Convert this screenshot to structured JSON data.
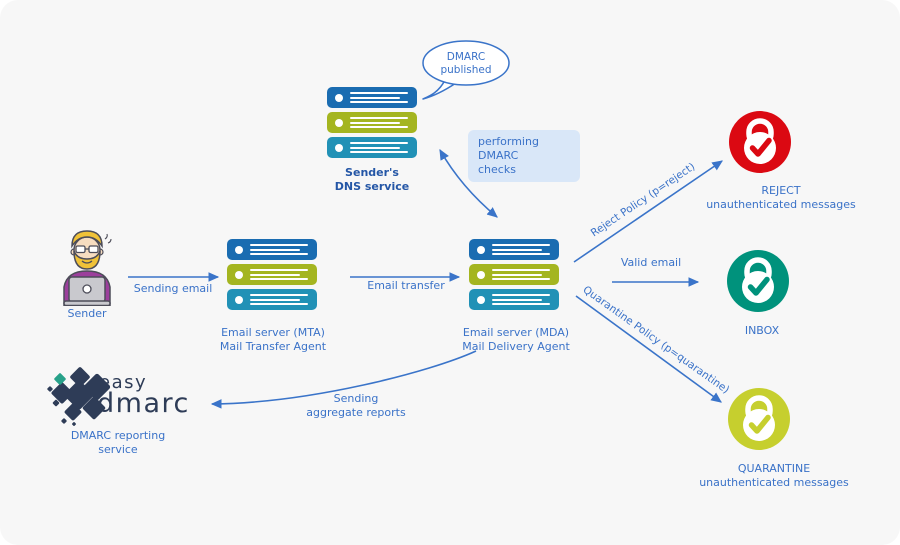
{
  "colors": {
    "canvas_bg": "#f7f7f7",
    "label_blue": "#3a72c8",
    "bold_label_blue": "#2456a6",
    "arrow_blue": "#3a74c9",
    "bar_dark_blue": "#1a6cb1",
    "bar_olive": "#a4b520",
    "bar_teal": "#2191b6",
    "reject_red": "#db0912",
    "inbox_teal": "#00927c",
    "quarantine_yellowgreen": "#c6cf2e",
    "logo_navy": "#2e3c57",
    "logo_teal": "#27a189"
  },
  "nodes": {
    "sender": {
      "label": "Sender"
    },
    "dns": {
      "label_line1": "Sender's",
      "label_line2": "DNS service"
    },
    "mta": {
      "label_line1": "Email server (MTA)",
      "label_line2": "Mail Transfer Agent"
    },
    "mda": {
      "label_line1": "Email server (MDA)",
      "label_line2": "Mail Delivery Agent"
    },
    "reject": {
      "title": "REJECT",
      "subtitle": "unauthenticated messages"
    },
    "inbox": {
      "title": "INBOX"
    },
    "quarantine": {
      "title": "QUARANTINE",
      "subtitle": "unauthenticated messages"
    },
    "easydmarc": {
      "logo_line1": "easy",
      "logo_line2": "dmarc",
      "label_line1": "DMARC reporting",
      "label_line2": "service"
    }
  },
  "bubbles": {
    "dmarc_published": {
      "line1": "DMARC",
      "line2": "published"
    },
    "performing_checks": {
      "line1": "performing DMARC",
      "line2": "checks"
    }
  },
  "edges": {
    "sending_email": "Sending email",
    "email_transfer": "Email transfer",
    "valid_email": "Valid email",
    "reject_policy": "Reject Policy (p=reject)",
    "quarantine_policy": "Quarantine Policy (p=quarantine)",
    "aggregate_line1": "Sending",
    "aggregate_line2": "aggregate reports"
  }
}
